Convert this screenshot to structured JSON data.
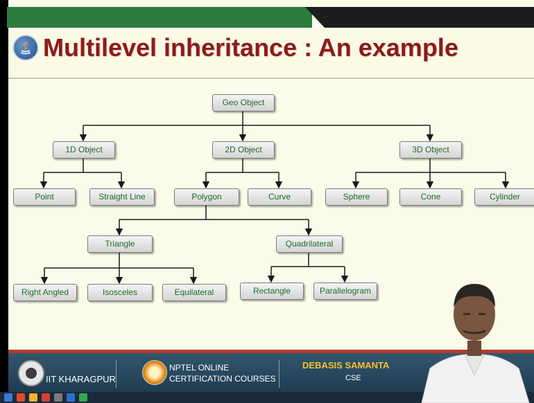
{
  "slide": {
    "title": "Multilevel inheritance : An example"
  },
  "diagram": {
    "nodes": {
      "geo_object": "Geo Object",
      "one_d_object": "1D Object",
      "two_d_object": "2D Object",
      "three_d_object": "3D Object",
      "point": "Point",
      "straight_line": "Straight Line",
      "polygon": "Polygon",
      "curve": "Curve",
      "sphere": "Sphere",
      "cone": "Cone",
      "cylinder": "Cylinder",
      "triangle": "Triangle",
      "quadrilateral": "Quadrilateral",
      "right_angled": "Right Angled",
      "isosceles": "Isosceles",
      "equilateral": "Equilateral",
      "rectangle": "Rectangle",
      "parallelogram": "Parallelogram"
    },
    "edges": [
      [
        "Geo Object",
        "1D Object"
      ],
      [
        "Geo Object",
        "2D Object"
      ],
      [
        "Geo Object",
        "3D Object"
      ],
      [
        "1D Object",
        "Point"
      ],
      [
        "1D Object",
        "Straight Line"
      ],
      [
        "2D Object",
        "Polygon"
      ],
      [
        "2D Object",
        "Curve"
      ],
      [
        "3D Object",
        "Sphere"
      ],
      [
        "3D Object",
        "Cone"
      ],
      [
        "3D Object",
        "Cylinder"
      ],
      [
        "Polygon",
        "Triangle"
      ],
      [
        "Polygon",
        "Quadrilateral"
      ],
      [
        "Triangle",
        "Right Angled"
      ],
      [
        "Triangle",
        "Isosceles"
      ],
      [
        "Triangle",
        "Equilateral"
      ],
      [
        "Quadrilateral",
        "Rectangle"
      ],
      [
        "Quadrilateral",
        "Parallelogram"
      ]
    ]
  },
  "footer": {
    "institute": "IIT KHARAGPUR",
    "course_line1": "NPTEL ONLINE",
    "course_line2": "CERTIFICATION COURSES",
    "instructor": "DEBASIS SAMANTA",
    "department": "CSE"
  },
  "colors": {
    "title": "#8e1b1b",
    "node_text": "#1c6a2e",
    "top_banner": "#2b7c3d",
    "footer": "#284a63",
    "instructor": "#f2c12e"
  }
}
